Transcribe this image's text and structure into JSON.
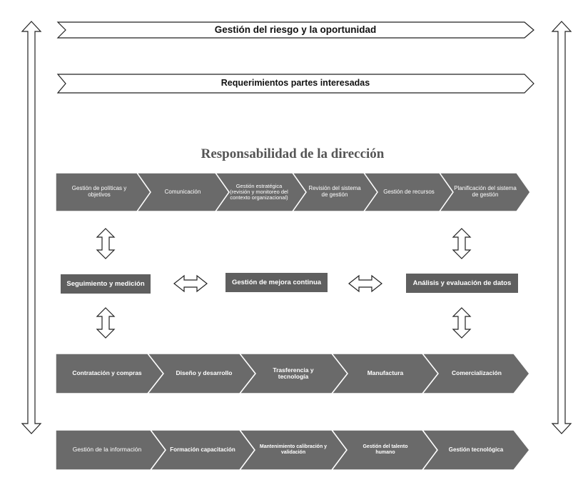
{
  "banners": {
    "risk": "Gestión del riesgo y la oportunidad",
    "stakeholders": "Requerimientos partes interesadas"
  },
  "management": {
    "title": "Responsabilidad de la dirección",
    "chevrons": [
      "Gestión de políticas y objetivos",
      "Comunicación",
      "Gestión estratégica (revisión y monitoreo del contexto organizacional)",
      "Revisión del sistema de gestión",
      "Gestión de recursos",
      "Planificación del sistema de gestión"
    ]
  },
  "middle": {
    "left": "Seguimiento y medición",
    "center": "Gestión de mejora continua",
    "right": "Análisis y evaluación de datos"
  },
  "core": {
    "chevrons": [
      "Contratación y compras",
      "Diseño y desarrollo",
      "Trasferencia y tecnología",
      "Manufactura",
      "Comercialización"
    ]
  },
  "support": {
    "chevrons": [
      "Gestión de la información",
      "Formación capacitación",
      "Mantenimiento calibración y validación",
      "Gestión del talento humano",
      "Gestión tecnológica"
    ]
  },
  "colors": {
    "chevron_fill": "#6a6a6a",
    "box_fill": "#5f5f5f",
    "outline": "#222222"
  }
}
